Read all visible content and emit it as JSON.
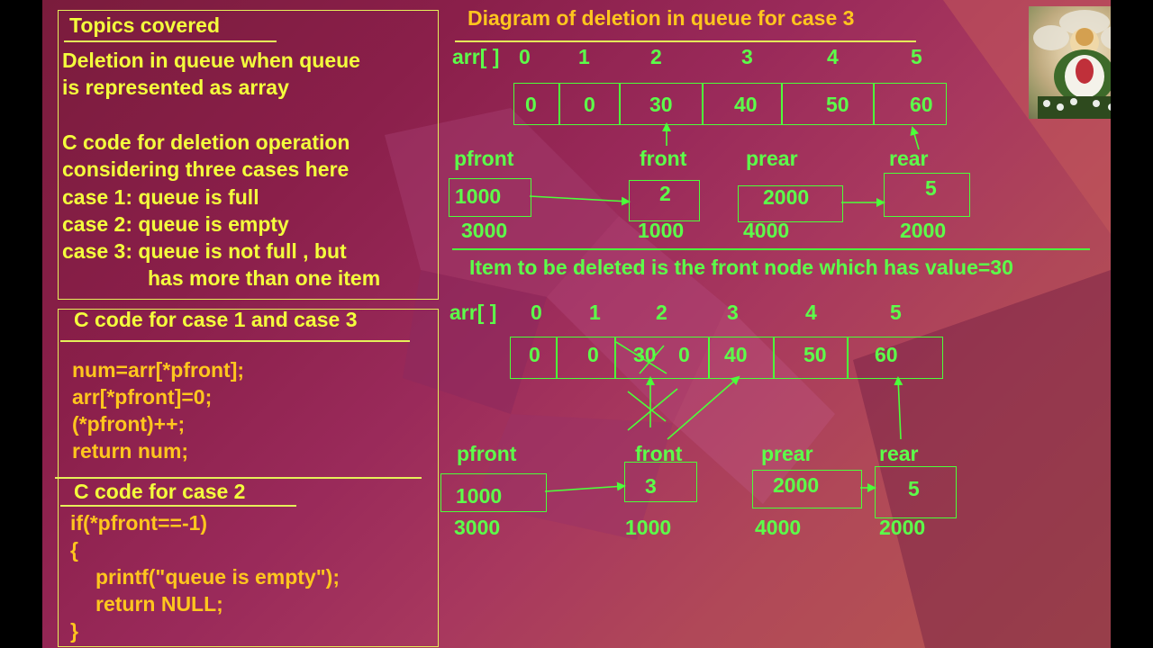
{
  "topics": {
    "title": "Topics covered",
    "lines": [
      "Deletion in queue when queue",
      "is represented as array",
      "C code for deletion operation",
      "considering three cases here",
      "case 1: queue is full",
      "case 2: queue is empty",
      "case 3: queue is not full , but",
      "has more than one item"
    ]
  },
  "code13": {
    "title": "C code for case 1 and case 3",
    "lines": [
      "num=arr[*pfront];",
      "arr[*pfront]=0;",
      "(*pfront)++;",
      "return num;"
    ]
  },
  "code2": {
    "title": "C code for case 2",
    "lines": [
      "if(*pfront==-1)",
      "{",
      "printf(\"queue is empty\");",
      "return NULL;",
      "}"
    ]
  },
  "diagram": {
    "title": "Diagram of deletion in queue for case 3",
    "arr_label": "arr[ ]",
    "indices": [
      "0",
      "1",
      "2",
      "3",
      "4",
      "5"
    ],
    "before": {
      "cells": [
        "0",
        "0",
        "30",
        "40",
        "50",
        "60"
      ],
      "labels": {
        "pfront": "pfront",
        "front": "front",
        "prear": "prear",
        "rear": "rear"
      },
      "values": {
        "pfront": "1000",
        "front": "2",
        "prear": "2000",
        "rear": "5"
      },
      "addresses": {
        "pfront": "3000",
        "front": "1000",
        "prear": "4000",
        "rear": "2000"
      }
    },
    "note": "Item to be deleted is the front node which has value=30",
    "after": {
      "cells": [
        "0",
        "0",
        "30",
        "0",
        "40",
        "50",
        "60"
      ],
      "labels": {
        "pfront": "pfront",
        "front": "front",
        "prear": "prear",
        "rear": "rear"
      },
      "values": {
        "pfront": "1000",
        "front": "3",
        "prear": "2000",
        "rear": "5"
      },
      "addresses": {
        "pfront": "3000",
        "front": "1000",
        "prear": "4000",
        "rear": "2000"
      }
    }
  },
  "colors": {
    "title": "#f4ff3c",
    "green": "#5cff4a",
    "code": "#ffc61e",
    "border": "#e6f05a"
  }
}
